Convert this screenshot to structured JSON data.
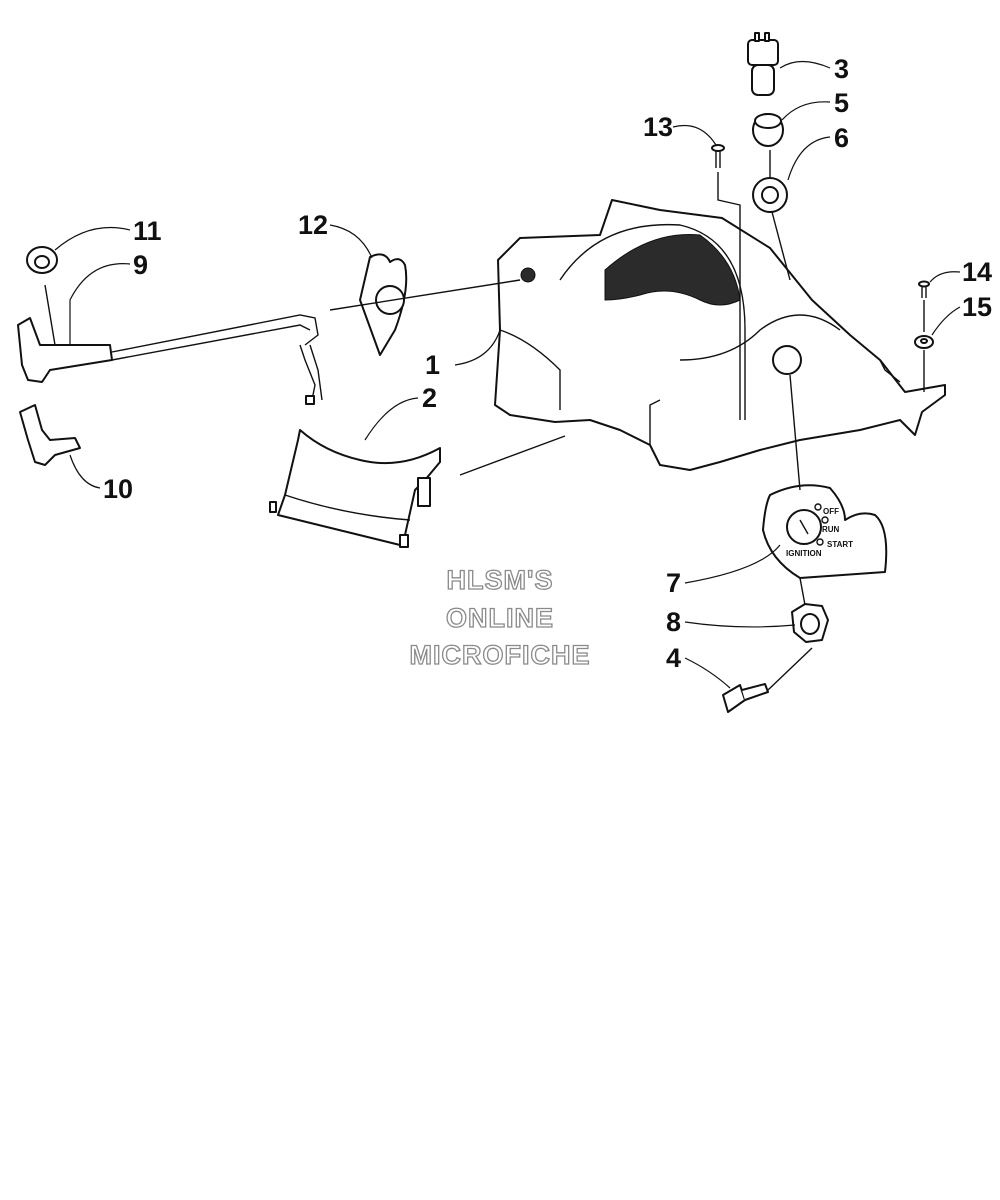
{
  "diagram": {
    "callouts": [
      "1",
      "2",
      "3",
      "4",
      "5",
      "6",
      "7",
      "8",
      "9",
      "10",
      "11",
      "12",
      "13",
      "14",
      "15"
    ],
    "ignition_plate": {
      "off": "OFF",
      "run": "RUN",
      "start": "START",
      "ignition": "IGNITION"
    },
    "watermark": [
      "HLSM'S",
      "ONLINE",
      "MICROFICHE"
    ]
  }
}
